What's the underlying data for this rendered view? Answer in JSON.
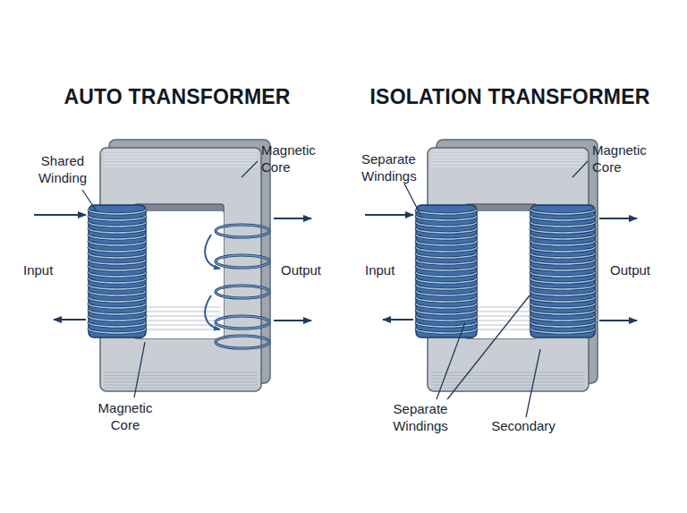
{
  "diagram": {
    "labels": [
      "AUTO TRANSFORMER",
      "ISOLATION TRANSFORMER",
      "Shared Winding",
      "Magnetic Core",
      "Separate Windings",
      "Magnetic Core",
      "Input",
      "Output",
      "Input",
      "Output",
      "Magnetic Core",
      "Separate Windings",
      "Secondary"
    ]
  }
}
